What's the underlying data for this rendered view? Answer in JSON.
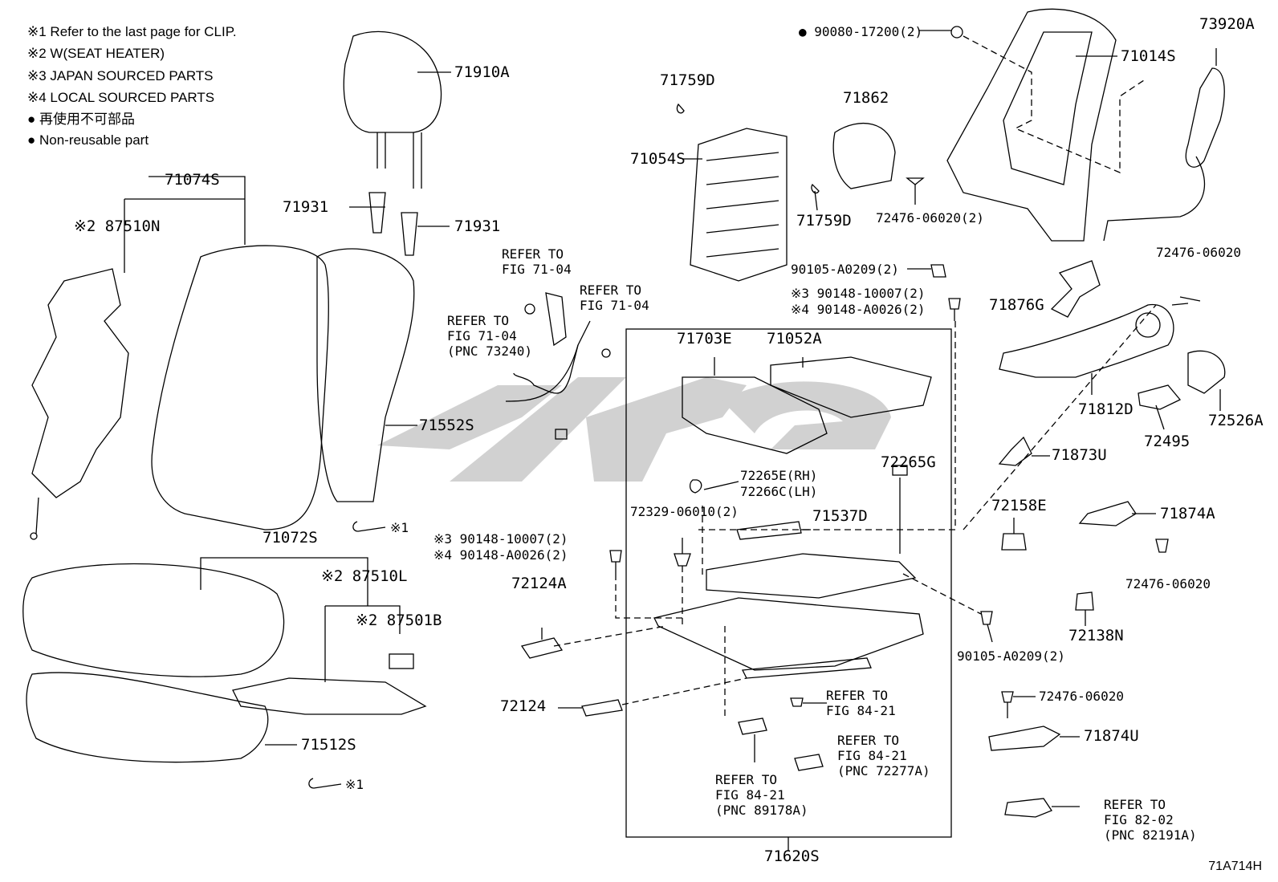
{
  "legend": [
    "※1  Refer to the last page for CLIP.",
    "※2  W(SEAT HEATER)",
    "※3  JAPAN SOURCED PARTS",
    "※4  LOCAL SOURCED PARTS",
    "●  再使用不可部品",
    "●  Non-reusable part"
  ],
  "parts": {
    "p71910A": "71910A",
    "p71074S": "71074S",
    "p87510N": "※2 87510N",
    "p71931a": "71931",
    "p71931b": "71931",
    "p71552S": "71552S",
    "p71072S": "71072S",
    "p87510L": "※2 87510L",
    "p87501B": "※2 87501B",
    "p71512S": "71512S",
    "clip1": "※1",
    "clip2": "※1",
    "p71759Da": "71759D",
    "p71054S": "71054S",
    "p71862": "71862",
    "p71759Db": "71759D",
    "p72476a": "72476-06020(2)",
    "p90080": "90080-17200(2)",
    "p71014S": "71014S",
    "p73920A": "73920A",
    "p90105a": "90105-A0209(2)",
    "p90148a3": "※3 90148-10007(2)",
    "p90148a4": "※4 90148-A0026(2)",
    "p72476b": "72476-06020",
    "p71876G": "71876G",
    "p71812D": "71812D",
    "p72495": "72495",
    "p72526A": "72526A",
    "p71873U": "71873U",
    "p72158E": "72158E",
    "p71874A": "71874A",
    "p72476c": "72476-06020",
    "p72138N": "72138N",
    "p90105b": "90105-A0209(2)",
    "p72476d": "72476-06020",
    "p71874U": "71874U",
    "p71703E": "71703E",
    "p71052A": "71052A",
    "p72265E": "72265E(RH)",
    "p72266C": "72266C(LH)",
    "p72265G": "72265G",
    "p72329": "72329-06010(2)",
    "p71537D": "71537D",
    "p90148b3": "※3 90148-10007(2)",
    "p90148b4": "※4 90148-A0026(2)",
    "p72124A": "72124A",
    "p72124": "72124",
    "p71620S": "71620S"
  },
  "refs": {
    "r1": "REFER TO\nFIG 71-04",
    "r2": "REFER TO\nFIG 71-04",
    "r3": "REFER TO\nFIG 71-04\n(PNC 73240)",
    "r4": "REFER TO\nFIG 84-21",
    "r5": "REFER TO\nFIG 84-21\n(PNC 72277A)",
    "r6": "REFER TO\nFIG 84-21\n(PNC 89178A)",
    "r7": "REFER TO\nFIG 82-02\n(PNC 82191A)"
  },
  "diagram_id": "71A714H",
  "colors": {
    "line": "#000000",
    "watermark": "#c8c8c8"
  }
}
